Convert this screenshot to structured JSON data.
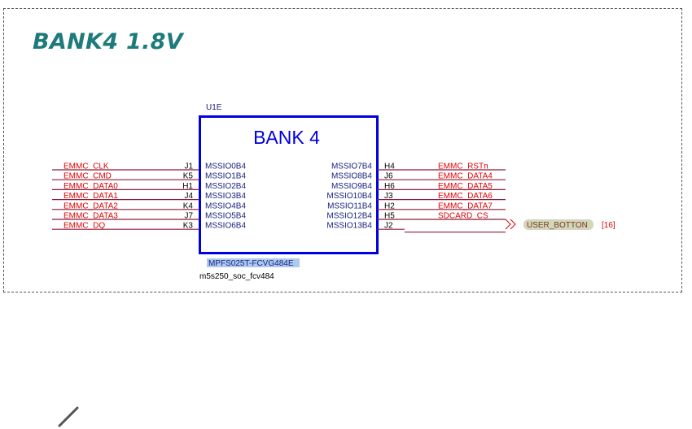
{
  "title": "BANK4 1.8V",
  "component": {
    "refdes": "U1E",
    "bank_label": "BANK 4",
    "part_number": "MPFS025T-FCVG484E",
    "footprint": "m5s250_soc_fcv484"
  },
  "left_pins": [
    {
      "net": "EMMC_CLK",
      "pin": "J1",
      "port": "MSSIO0B4"
    },
    {
      "net": "EMMC_CMD",
      "pin": "K5",
      "port": "MSSIO1B4"
    },
    {
      "net": "EMMC_DATA0",
      "pin": "H1",
      "port": "MSSIO2B4"
    },
    {
      "net": "EMMC_DATA1",
      "pin": "J4",
      "port": "MSSIO3B4"
    },
    {
      "net": "EMMC_DATA2",
      "pin": "K4",
      "port": "MSSIO4B4"
    },
    {
      "net": "EMMC_DATA3",
      "pin": "J7",
      "port": "MSSIO5B4"
    },
    {
      "net": "EMMC_DQ",
      "pin": "K3",
      "port": "MSSIO6B4"
    }
  ],
  "right_pins": [
    {
      "net": "EMMC_RSTn",
      "pin": "H4",
      "port": "MSSIO7B4"
    },
    {
      "net": "EMMC_DATA4",
      "pin": "J6",
      "port": "MSSIO8B4"
    },
    {
      "net": "EMMC_DATA5",
      "pin": "H6",
      "port": "MSSIO9B4"
    },
    {
      "net": "EMMC_DATA6",
      "pin": "J3",
      "port": "MSSIO10B4"
    },
    {
      "net": "EMMC_DATA7",
      "pin": "H2",
      "port": "MSSIO11B4"
    },
    {
      "net": "SDCARD_CS",
      "pin": "H5",
      "port": "MSSIO12B4"
    },
    {
      "net": "",
      "pin": "J2",
      "port": "MSSIO13B4"
    }
  ],
  "offpage": {
    "label": "USER_BOTTON",
    "ref": "[16]"
  },
  "colors": {
    "title": "#1e7b7b",
    "body_outline": "#0000dd",
    "port_text": "#1a237e",
    "net_text": "#dd0000",
    "net_wire": "#8b1a3a",
    "pin_text": "#000000",
    "part_highlight": "#aec9f0",
    "offpage_fill": "#d2d6bc",
    "offpage_text": "#7a3b1a"
  },
  "icons": {
    "edit": "pencil-icon"
  }
}
